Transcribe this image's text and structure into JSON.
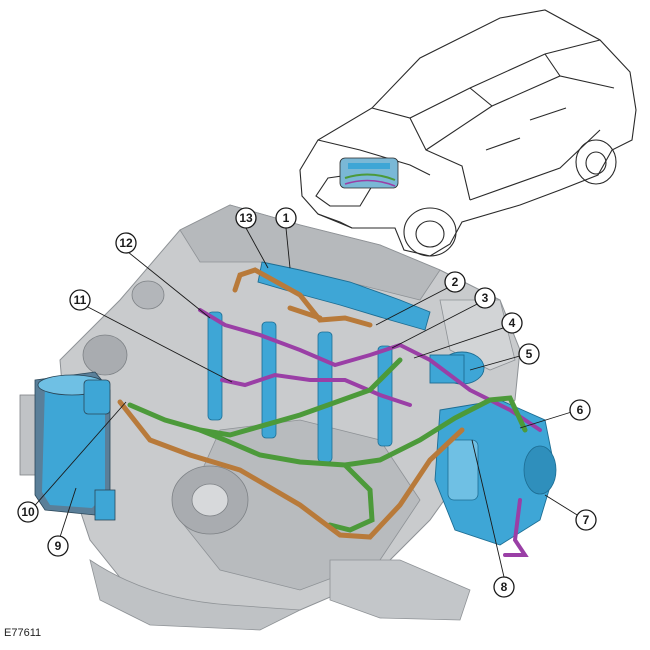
{
  "figure_id": "E77611",
  "colors": {
    "engine_grey": "#c9cbcd",
    "engine_dark": "#8e9296",
    "fuel_rail_blue": "#3ea6d6",
    "return_purple": "#9a3fa6",
    "feed_green": "#4c9a3a",
    "pipe_bronze": "#b87a3a",
    "outline": "#1a1a1a"
  },
  "callouts": [
    {
      "label": "1"
    },
    {
      "label": "2"
    },
    {
      "label": "3"
    },
    {
      "label": "4"
    },
    {
      "label": "5"
    },
    {
      "label": "6"
    },
    {
      "label": "7"
    },
    {
      "label": "8"
    },
    {
      "label": "9"
    },
    {
      "label": "10"
    },
    {
      "label": "11"
    },
    {
      "label": "12"
    },
    {
      "label": "13"
    }
  ]
}
